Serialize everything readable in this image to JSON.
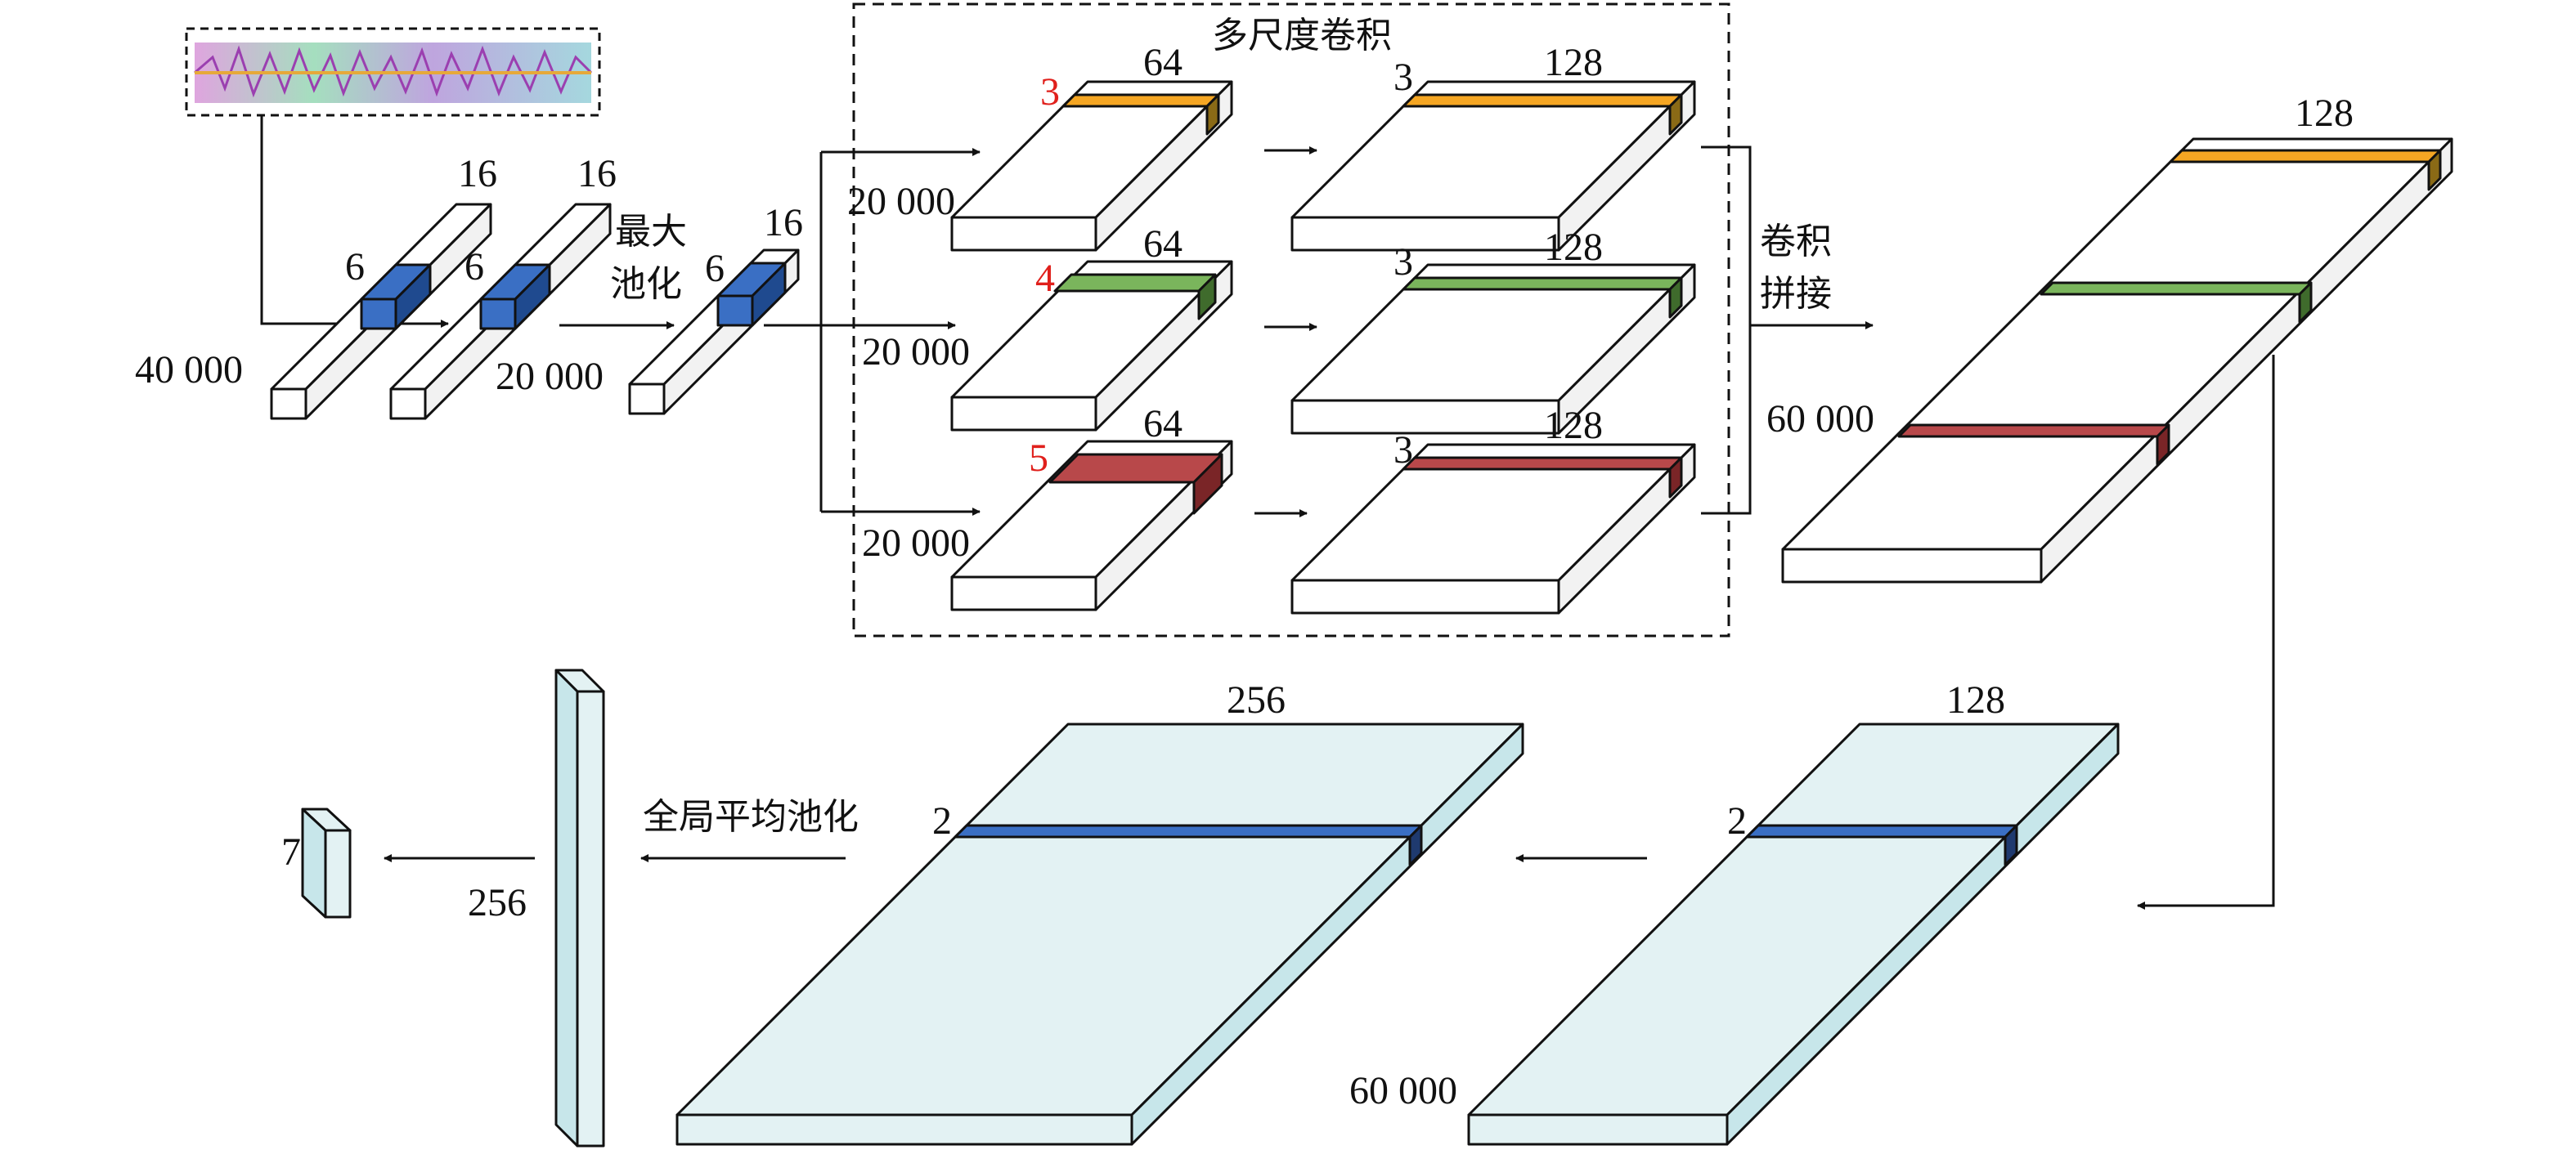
{
  "colors": {
    "block_white": "#ffffff",
    "block_side": "#f2f2f2",
    "block_cyan": "#e3f2f3",
    "block_cyan_side": "#c7e6ea",
    "kernel_blue": "#3a6fc4",
    "kernel_orange": "#f5a623",
    "kernel_green": "#7ab55c",
    "kernel_red": "#b8484a",
    "label_red": "#e0201c"
  },
  "input": {
    "length": "40 000"
  },
  "conv1": {
    "kernel": "6",
    "channels": "16"
  },
  "conv2": {
    "kernel": "6",
    "channels": "16",
    "length": "20 000"
  },
  "maxpool_label_line1": "最大",
  "maxpool_label_line2": "池化",
  "pooled": {
    "kernel": "6",
    "channels": "16"
  },
  "multiscale_title": "多尺度卷积",
  "branches": [
    {
      "length": "20 000",
      "kernel": "3",
      "channels": "64",
      "kernel2": "3",
      "channels2": "128"
    },
    {
      "length": "20 000",
      "kernel": "4",
      "channels": "64",
      "kernel2": "3",
      "channels2": "128"
    },
    {
      "length": "20 000",
      "kernel": "5",
      "channels": "64",
      "kernel2": "3",
      "channels2": "128"
    }
  ],
  "concat_label_line1": "卷积",
  "concat_label_line2": "拼接",
  "concat": {
    "channels": "128",
    "length": "60 000"
  },
  "conv3": {
    "kernel": "2",
    "channels": "128",
    "length": "60 000"
  },
  "conv4": {
    "kernel": "2",
    "channels": "256"
  },
  "gap_label": "全局平均池化",
  "gap_vector": {
    "length": "256"
  },
  "output": {
    "classes": "7"
  }
}
